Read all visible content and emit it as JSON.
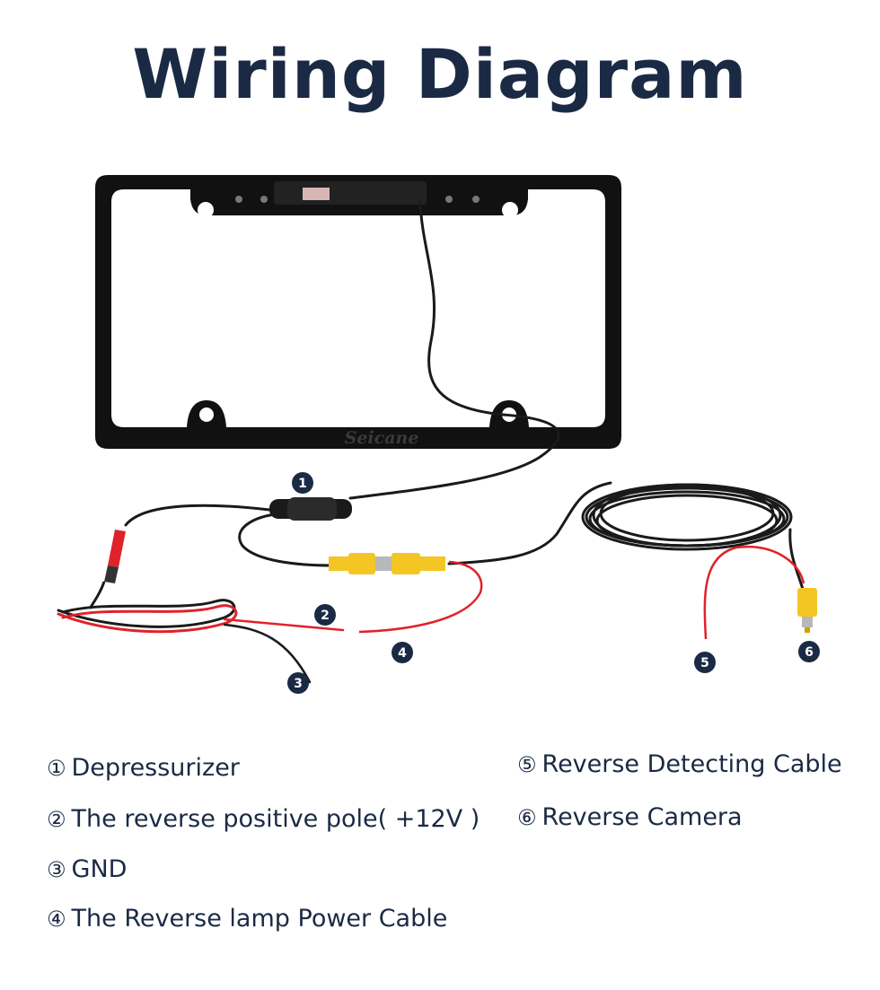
{
  "title": "Wiring Diagram",
  "brand_text": "Seicane",
  "callouts": [
    "1",
    "2",
    "3",
    "4",
    "5",
    "6"
  ],
  "legend": [
    {
      "num": "①",
      "label": "Depressurizer"
    },
    {
      "num": "②",
      "label": "The reverse positive pole( +12V )"
    },
    {
      "num": "③",
      "label": "GND"
    },
    {
      "num": "④",
      "label": "The Reverse lamp Power Cable"
    },
    {
      "num": "⑤",
      "label": "Reverse Detecting Cable"
    },
    {
      "num": "⑥",
      "label": "Reverse  Camera"
    }
  ],
  "colors": {
    "title": "#1b2a44",
    "frame": "#111111",
    "cable_black": "#1a1a1a",
    "cable_red": "#e0222a",
    "rca_yellow": "#f3c623",
    "callout_bg": "#1b2a44"
  }
}
